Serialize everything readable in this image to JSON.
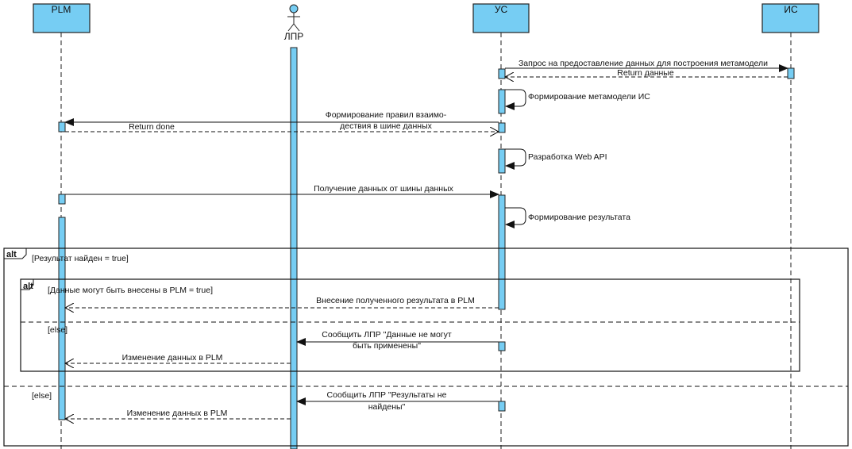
{
  "colors": {
    "participant_fill": "#76cdf3",
    "line": "#111111"
  },
  "participants": [
    {
      "name": "PLM",
      "kind": "object"
    },
    {
      "name": "ЛПР",
      "kind": "actor"
    },
    {
      "name": "УС",
      "kind": "object"
    },
    {
      "name": "ИС",
      "kind": "object"
    }
  ],
  "messages": [
    {
      "from": "УС",
      "to": "ИС",
      "type": "sync",
      "label": "Запрос на предоставление данных для построения метамодели"
    },
    {
      "from": "ИС",
      "to": "УС",
      "type": "return",
      "label": "Return данные"
    },
    {
      "from": "УС",
      "to": "УС",
      "type": "self",
      "label": "Формирование метамодели ИС"
    },
    {
      "from": "УС",
      "to": "PLM",
      "type": "sync",
      "label_lines": [
        "Формирование правил взаимо-",
        "дествия в шине данных"
      ]
    },
    {
      "from": "PLM",
      "to": "УС",
      "type": "return",
      "label": "Return done"
    },
    {
      "from": "УС",
      "to": "УС",
      "type": "self",
      "label": "Разработка Web API"
    },
    {
      "from": "PLM",
      "to": "УС",
      "type": "sync",
      "label": "Получение данных от шины данных"
    },
    {
      "from": "УС",
      "to": "УС",
      "type": "self",
      "label": "Формирование результата"
    },
    {
      "from": "УС",
      "to": "PLM",
      "type": "return",
      "label": "Внесение полученного результата в PLM"
    },
    {
      "from": "УС",
      "to": "ЛПР",
      "type": "sync",
      "label_lines": [
        "Сообщить ЛПР \"Данные не могут",
        "быть применены\""
      ]
    },
    {
      "from": "ЛПР",
      "to": "PLM",
      "type": "return",
      "label": "Изменение данных в PLM"
    },
    {
      "from": "УС",
      "to": "ЛПР",
      "type": "sync",
      "label_lines": [
        "Сообщить ЛПР \"Результаты не",
        "найдены\""
      ]
    },
    {
      "from": "ЛПР",
      "to": "PLM",
      "type": "return",
      "label": "Изменение данных в PLM"
    }
  ],
  "fragments": {
    "outer": {
      "operator": "alt",
      "guard": "[Результат найден = true]",
      "else_guard": "[else]"
    },
    "inner": {
      "operator": "alt",
      "guard": "[Данные могут быть внесены в PLM = true]",
      "else_guard": "[else]"
    }
  }
}
